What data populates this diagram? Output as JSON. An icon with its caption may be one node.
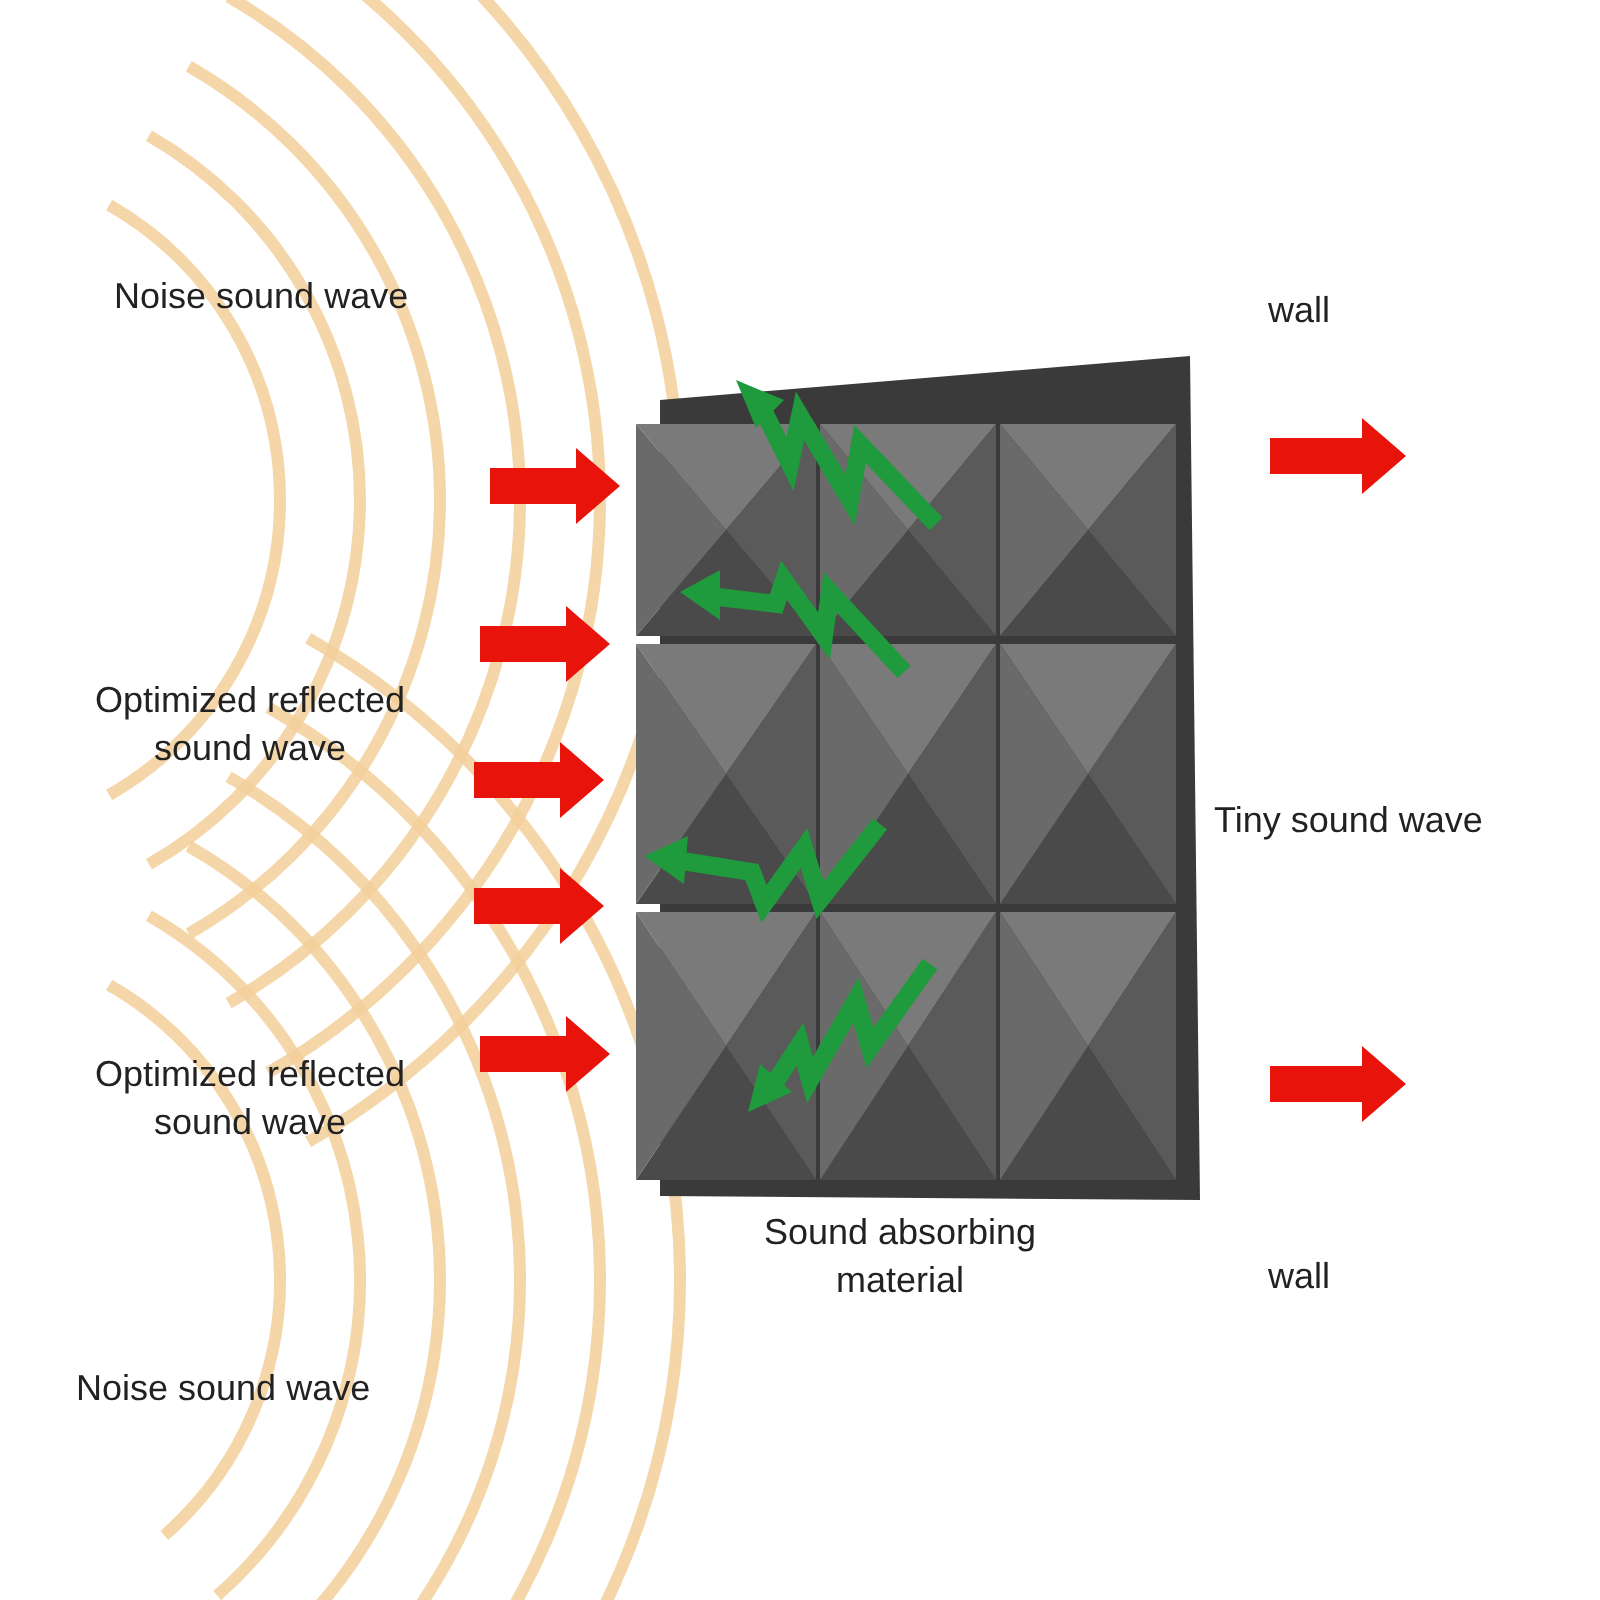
{
  "diagram": {
    "labels": [
      "Noise sound wave",
      "wall",
      "Optimized reflected sound wave",
      "Tiny sound wave",
      "Optimized reflected sound wave",
      "Sound absorbing material",
      "wall",
      "Noise sound wave"
    ]
  }
}
